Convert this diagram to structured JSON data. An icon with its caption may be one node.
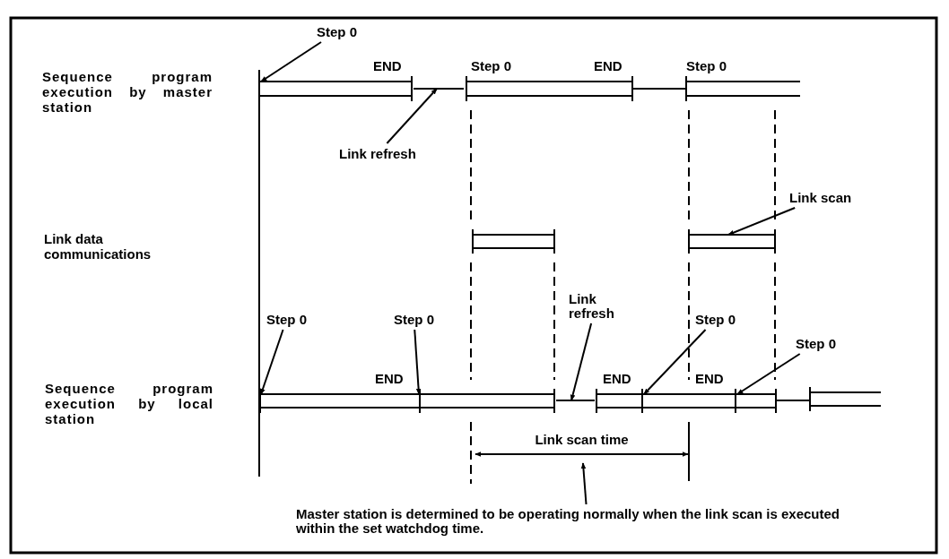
{
  "diagram": {
    "nodes": [
      {
        "text": [
          "Step 0"
        ]
      },
      {
        "text": [
          "Link refresh"
        ]
      },
      {
        "text": [
          "Link scan"
        ]
      },
      {
        "text": [
          "Step 0"
        ]
      },
      {
        "text": [
          "Step 0"
        ]
      },
      {
        "text": [
          "Link refresh"
        ]
      },
      {
        "text": [
          "Step 0"
        ]
      },
      {
        "text": [
          "Step 0"
        ]
      },
      {
        "text": [
          "Master station is determined to be operating normally when the link scan is executed within the set watchdog time."
        ]
      },
      {
        "text": [
          "Link scan time"
        ]
      },
      {
        "text": [],
        "shape": "bar"
      },
      {
        "text": [],
        "shape": "bar"
      },
      {
        "text": [],
        "shape": "bar"
      },
      {
        "text": [],
        "shape": "bar"
      },
      {
        "text": [],
        "shape": "bar"
      },
      {
        "text": [],
        "shape": "bar"
      }
    ],
    "edges": [
      {
        "from": 0,
        "to": 10,
        "arrow": "to"
      },
      {
        "from": 1,
        "to": 11,
        "arrow": "to"
      },
      {
        "from": 2,
        "to": 12,
        "arrow": "to"
      },
      {
        "from": 3,
        "to": 13,
        "arrow": "to"
      },
      {
        "from": 4,
        "to": 13,
        "arrow": "to"
      },
      {
        "from": 5,
        "to": 14,
        "arrow": "to"
      },
      {
        "from": 6,
        "to": 15,
        "arrow": "to"
      },
      {
        "from": 7,
        "to": 15,
        "arrow": "to"
      },
      {
        "from": 8,
        "to": 9,
        "arrow": "to"
      }
    ],
    "labels": [
      "Sequence program execution by master station",
      "END",
      "Step 0",
      "END",
      "Step 0",
      "Link data communications",
      "END",
      "END",
      "END",
      "Sequence program execution by local station"
    ]
  }
}
